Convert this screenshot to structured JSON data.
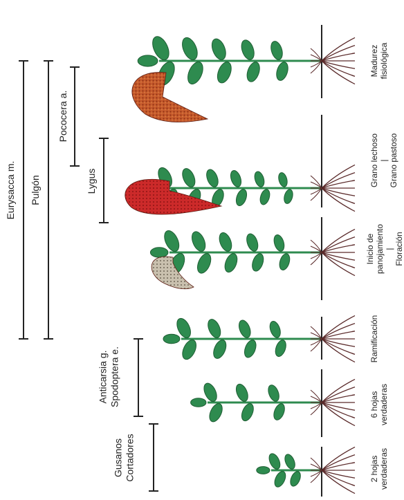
{
  "pests": [
    {
      "label": "Eurysacca m."
    },
    {
      "label": "Pulgón"
    },
    {
      "label": "Pococera a."
    },
    {
      "label": "Lygus"
    },
    {
      "label": "Anticarsia g.\nSpodoptera e."
    },
    {
      "label": "Gusanos\nCortadores"
    }
  ],
  "stages": [
    {
      "label": "Madurez\nfisiológica"
    },
    {
      "label": "Grano lechoso\n|\nGrano pastoso"
    },
    {
      "label": "Inicio de\npanojamiento\n|\nFloración"
    },
    {
      "label": "Ramificación"
    },
    {
      "label": "6 hojas\nverdaderas"
    },
    {
      "label": "2 hojas\nverdaderas"
    }
  ],
  "colors": {
    "leaf": "#2e8b4f",
    "leaf_dark": "#1f5e34",
    "stem": "#2e8b4f",
    "root": "#5a2a2a",
    "ground": "#222222",
    "panicle_mature": "#c0552a",
    "panicle_milk": "#c82424",
    "panicle_flower": "#b7ad9a"
  }
}
